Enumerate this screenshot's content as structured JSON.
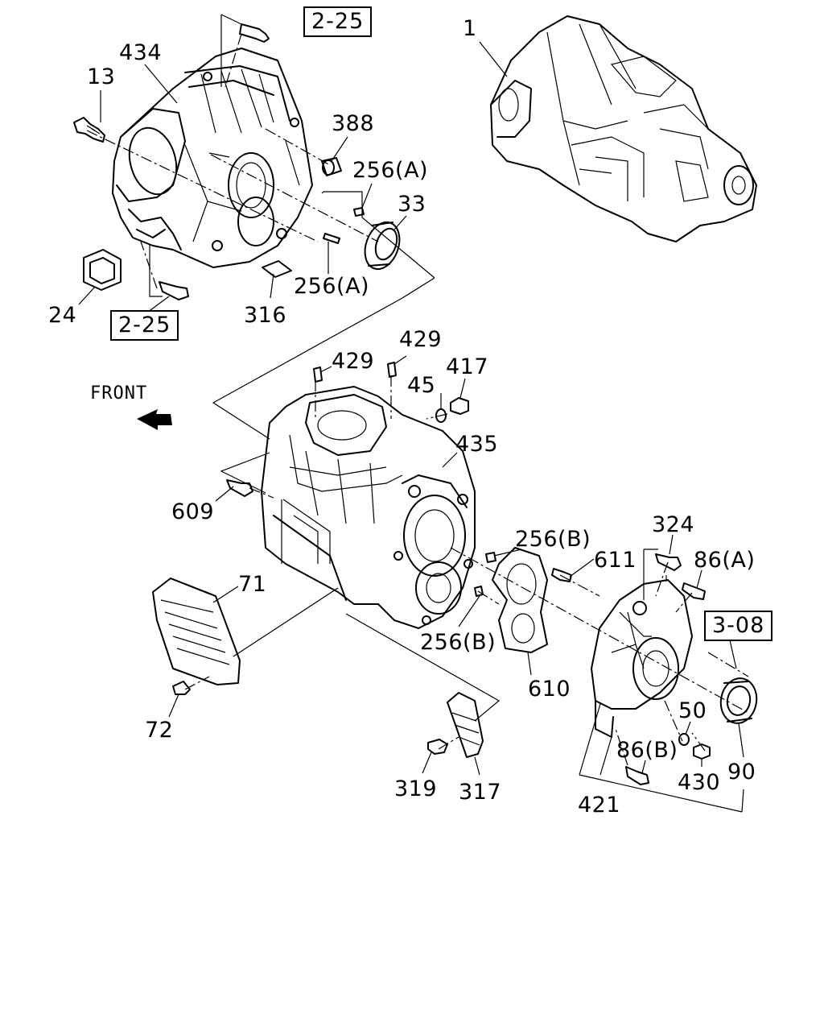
{
  "front_label": "FRONT",
  "icons": {
    "front_arrow": "arrow-left-icon"
  },
  "refs": [
    "2-25",
    "2-25",
    "3-08"
  ],
  "labels": {
    "l434": "434",
    "l13": "13",
    "l388": "388",
    "l256a_1": "256(A)",
    "l33": "33",
    "l256a_2": "256(A)",
    "l24": "24",
    "l316": "316",
    "l1": "1",
    "l429_1": "429",
    "l429_2": "429",
    "l45": "45",
    "l417": "417",
    "l435": "435",
    "l609": "609",
    "l71": "71",
    "l72": "72",
    "l256b_1": "256(B)",
    "l611": "611",
    "l324": "324",
    "l86a": "86(A)",
    "l256b_2": "256(B)",
    "l610": "610",
    "l50": "50",
    "l86b": "86(B)",
    "l430": "430",
    "l90": "90",
    "l319": "319",
    "l317": "317",
    "l421": "421"
  }
}
